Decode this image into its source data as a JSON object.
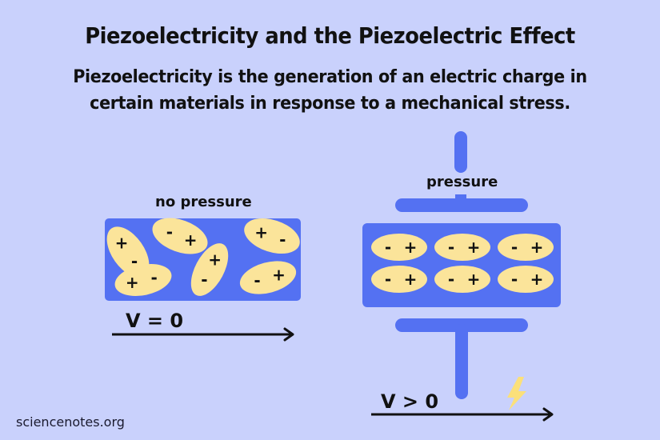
{
  "title": "Piezoelectricity and the Piezoelectric Effect",
  "subtitle_line1": "Piezoelectricity is the generation of an electric charge in",
  "subtitle_line2": "certain materials in response to a mechanical stress.",
  "left_panel": {
    "label": "no pressure",
    "voltage_label": "V = 0",
    "dipoles": [
      {
        "charges": [
          "+",
          "-"
        ]
      },
      {
        "charges": [
          "-",
          "+"
        ]
      },
      {
        "charges": [
          "-",
          "+"
        ]
      },
      {
        "charges": [
          "+",
          "-"
        ]
      },
      {
        "charges": [
          "+",
          "-"
        ]
      },
      {
        "charges": [
          "-",
          "+"
        ]
      }
    ]
  },
  "right_panel": {
    "label": "pressure",
    "voltage_label": "V > 0",
    "dipole_charges": [
      "-",
      "+"
    ],
    "dipole_rows": 2,
    "dipole_cols": 3
  },
  "colors": {
    "background": "#c9d1fc",
    "crystal": "#5471f2",
    "dipole": "#fbe49a",
    "text": "#111111",
    "bolt": "#fbe07a"
  },
  "footer": "sciencenotes.org"
}
